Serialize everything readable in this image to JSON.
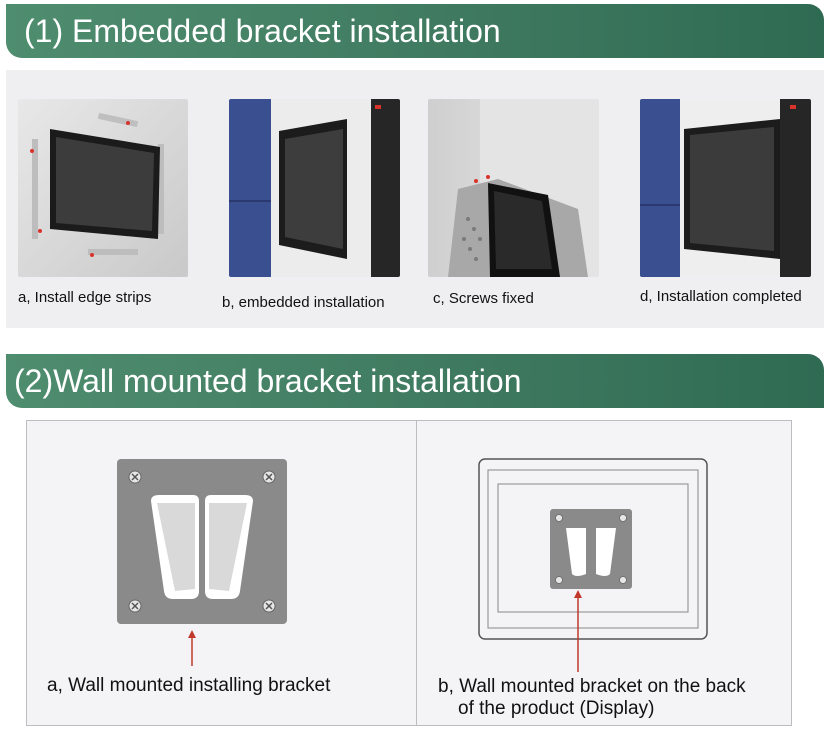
{
  "section1": {
    "title": "(1) Embedded bracket installation",
    "steps": [
      {
        "caption": "a, Install edge strips"
      },
      {
        "caption": "b, embedded installation"
      },
      {
        "caption": "c, Screws fixed"
      },
      {
        "caption": "d, Installation completed"
      }
    ]
  },
  "section2": {
    "title": "(2)Wall mounted bracket installation",
    "left_caption": "a, Wall mounted installing bracket",
    "right_caption_line1": "b, Wall mounted bracket on the back",
    "right_caption_line2": "of the product (Display)"
  },
  "colors": {
    "banner": "#3f7a60",
    "panel_blue": "#3a4f8f",
    "bracket_gray": "#8a8a8a",
    "arrow_red": "#c0392b"
  }
}
